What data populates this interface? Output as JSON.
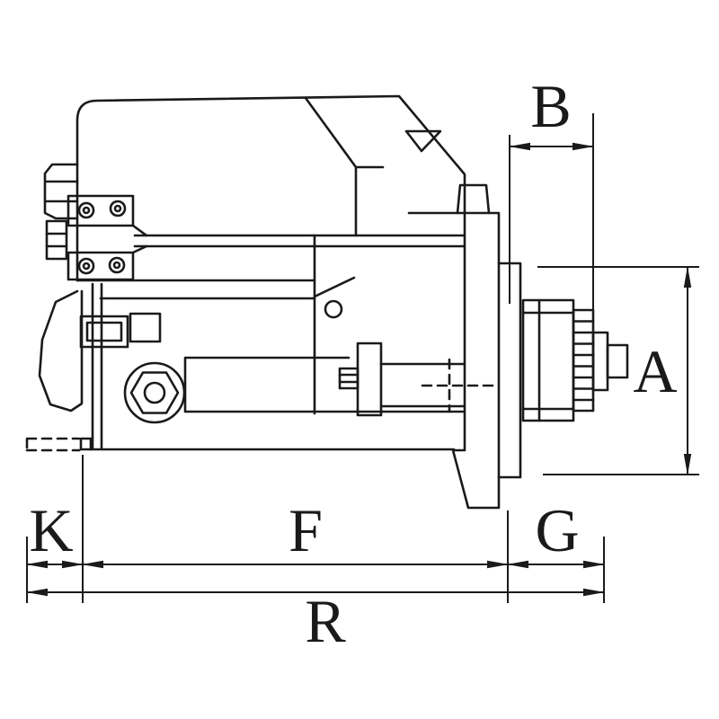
{
  "colors": {
    "line": "#1a1a1a",
    "background": "#ffffff"
  },
  "labels": {
    "a": "A",
    "b": "B",
    "k": "K",
    "f": "F",
    "g": "G",
    "r": "R"
  }
}
